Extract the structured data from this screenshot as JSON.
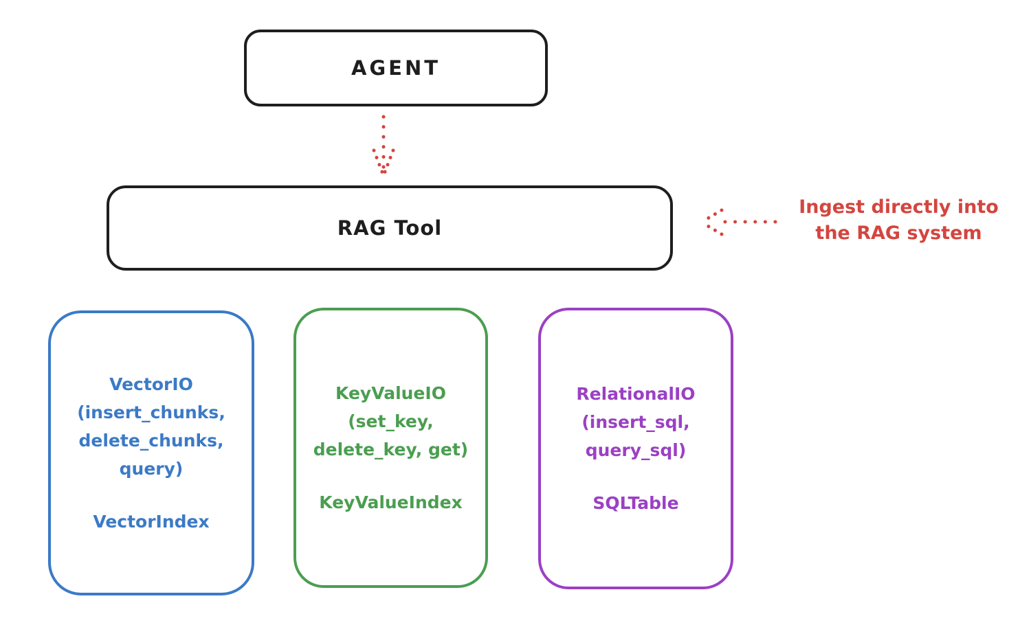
{
  "diagram": {
    "agent": {
      "label": "AGENT"
    },
    "rag_tool": {
      "label": "RAG Tool"
    },
    "annotation": {
      "line1": "Ingest directly into",
      "line2": "the RAG system"
    },
    "io_boxes": [
      {
        "name": "vector-io",
        "color": "#3b7ac6",
        "lines": [
          "VectorIO",
          "(insert_chunks,",
          "delete_chunks,",
          "query)"
        ],
        "index_label": "VectorIndex"
      },
      {
        "name": "keyvalue-io",
        "color": "#4a9e50",
        "lines": [
          "KeyValueIO",
          "(set_key,",
          "delete_key, get)"
        ],
        "index_label": "KeyValueIndex"
      },
      {
        "name": "relational-io",
        "color": "#9b40c4",
        "lines": [
          "RelationalIO",
          "(insert_sql,",
          "query_sql)"
        ],
        "index_label": "SQLTable"
      }
    ],
    "colors": {
      "stroke": "#1e1e1e",
      "arrow_red": "#d4453f",
      "background": "#ffffff"
    }
  }
}
